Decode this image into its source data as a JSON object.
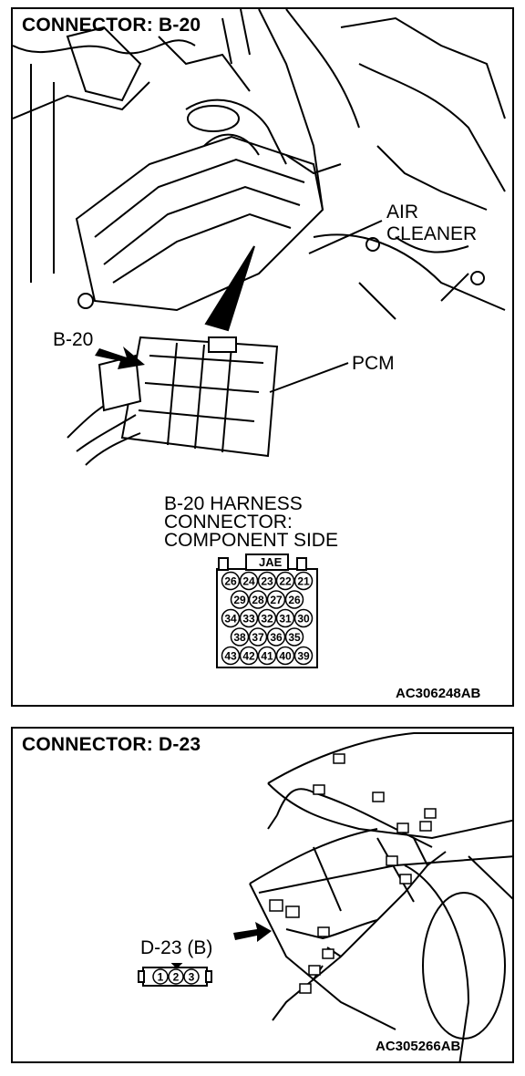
{
  "connector_b20": {
    "title": "CONNECTOR: B-20",
    "label_air_cleaner_1": "AIR",
    "label_air_cleaner_2": "CLEANER",
    "label_b20": "B-20",
    "label_pcm": "PCM",
    "harness_line1": "B-20 HARNESS",
    "harness_line2": "CONNECTOR:",
    "harness_line3": "COMPONENT SIDE",
    "connector_tag": "JAE",
    "pins": [
      [
        "26",
        "24",
        "23",
        "22",
        "21"
      ],
      [
        "29",
        "28",
        "27",
        "26"
      ],
      [
        "34",
        "33",
        "32",
        "31",
        "30"
      ],
      [
        "38",
        "37",
        "36",
        "35"
      ],
      [
        "43",
        "42",
        "41",
        "40",
        "39"
      ]
    ],
    "code": "AC306248AB"
  },
  "connector_d23": {
    "title": "CONNECTOR: D-23",
    "label": "D-23 (B)",
    "pins": [
      "1",
      "2",
      "3"
    ],
    "code": "AC305266AB"
  }
}
